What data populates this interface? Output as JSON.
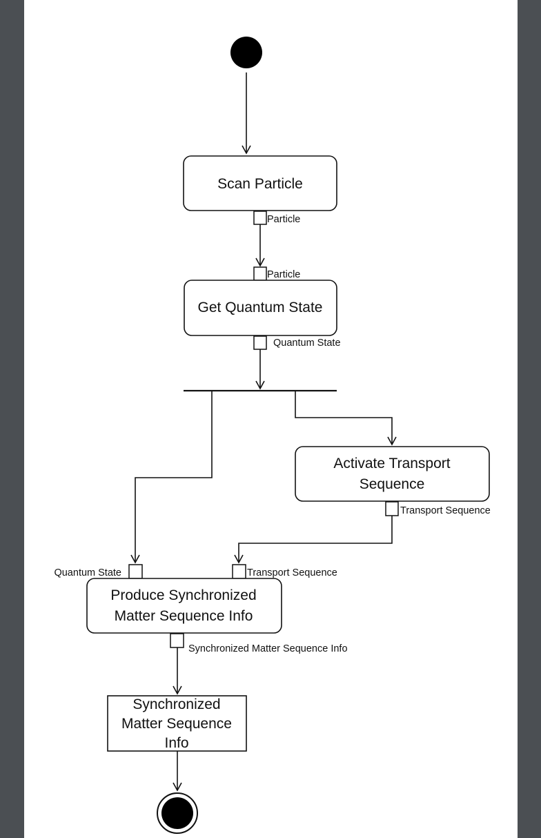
{
  "colors": {
    "viewer_background": "#4b4f53",
    "page": "#ffffff",
    "ink": "#111111"
  },
  "diagram": {
    "start_node": {},
    "final_node": {},
    "actions": {
      "scan_particle": {
        "line1": "Scan Particle"
      },
      "get_quantum_state": {
        "line1": "Get Quantum State"
      },
      "activate_transport_sequence": {
        "line1": "Activate Transport",
        "line2": "Sequence"
      },
      "produce_synchronized_info": {
        "line1": "Produce Synchronized",
        "line2": "Matter Sequence Info"
      }
    },
    "object_node": {
      "line1": "Synchronized",
      "line2": "Matter Sequence",
      "line3": "Info"
    },
    "pins": {
      "scan_out": "Particle",
      "get_in": "Particle",
      "get_out": "Quantum State",
      "activate_out": "Transport Sequence",
      "produce_in_quantum": "Quantum State",
      "produce_in_transport": "Transport Sequence",
      "produce_out": "Synchronized Matter Sequence Info"
    }
  }
}
